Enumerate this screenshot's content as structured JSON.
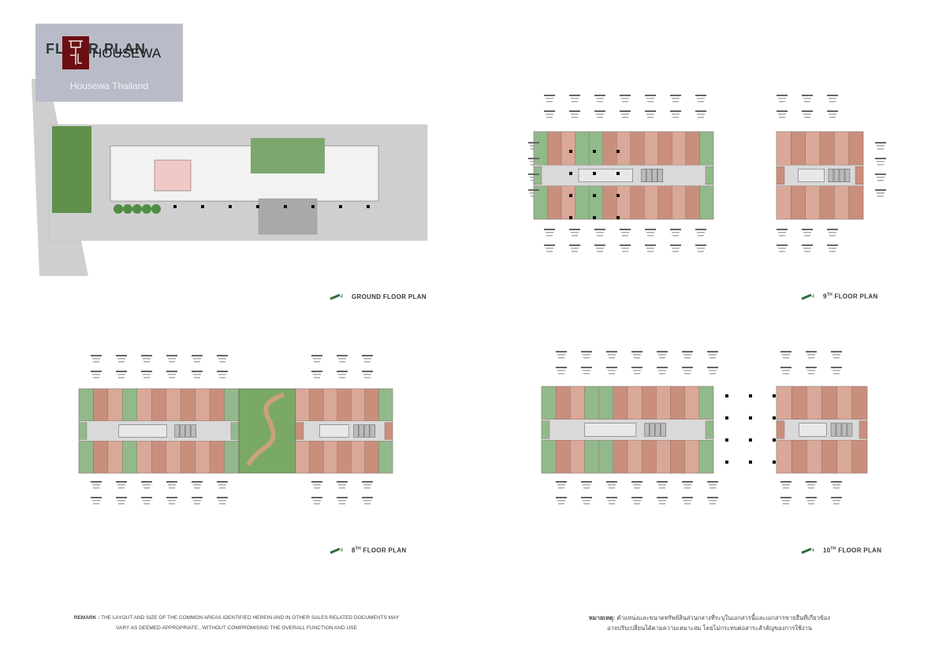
{
  "watermark": {
    "title": "FLOOR PLAN",
    "brand": "HOUSEWA",
    "subtitle": "Housewa Thailand"
  },
  "plans": [
    {
      "caption": "GROUND FLOOR PLAN"
    },
    {
      "caption": "9TH FLOOR PLAN",
      "floor": "9",
      "suffix": "TH",
      "rest": " FLOOR PLAN"
    },
    {
      "caption": "8TH FLOOR PLAN",
      "floor": "8",
      "suffix": "TH",
      "rest": " FLOOR PLAN"
    },
    {
      "caption": "10TH FLOOR PLAN",
      "floor": "10",
      "suffix": "TH",
      "rest": " FLOOR PLAN"
    }
  ],
  "remark_en": {
    "label": "REMARK :",
    "line1": "THE LAYOUT AND SIZE OF THE COMMON AREAS IDENTIFIED HEREIN AND IN OTHER SALES RELATED DOCUMENTS MAY",
    "line2": "VARY AS DEEMED APPROPRIATE , WITHOUT COMPROMISING THE OVERALL FUNCTION AND USE"
  },
  "remark_th": {
    "label": "หมายเหตุ:",
    "line1": "ตำแหน่งและขนาดทรัพย์สินส่วนกลางที่ระบุในเอกสารนี้และเอกสารขายอื่นที่เกี่ยวข้อง",
    "line2": "อาจปรับเปลี่ยนได้ตามความเหมาะสม โดยไม่กระทบต่อสาระสำคัญของการใช้งาน"
  },
  "colors": {
    "unit": "#c98f7c",
    "unit_light": "#d9a898",
    "green": "#92b98c",
    "corridor": "#d9d9d9",
    "pink": "#e4a7a0",
    "caption_icon": "#2f6b3a"
  }
}
